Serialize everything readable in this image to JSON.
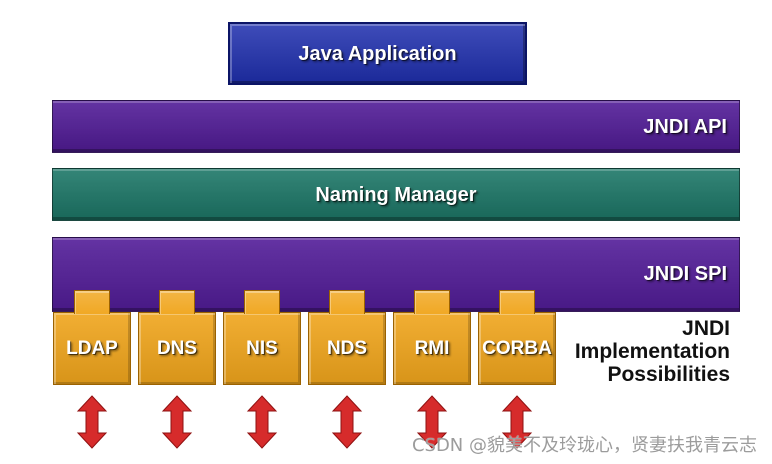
{
  "diagram": {
    "application": {
      "label": "Java Application"
    },
    "api": {
      "label": "JNDI API"
    },
    "naming_manager": {
      "label": "Naming Manager"
    },
    "spi": {
      "label": "JNDI SPI"
    },
    "providers": [
      {
        "label": "LDAP"
      },
      {
        "label": "DNS"
      },
      {
        "label": "NIS"
      },
      {
        "label": "NDS"
      },
      {
        "label": "RMI"
      },
      {
        "label": "CORBA"
      }
    ],
    "implementation_caption": [
      "JNDI",
      "Implementation",
      "Possibilities"
    ],
    "connector_icon": "double-headed-arrow-icon"
  },
  "watermark": {
    "text": "CSDN @貌美不及玲珑心，贤妻扶我青云志"
  },
  "colors": {
    "application": "#1f2fae",
    "api": "#521c98",
    "naming_manager": "#1d7868",
    "spi": "#521c98",
    "provider": "#f0a51c",
    "arrow": "#d62b2b",
    "caption": "#111111",
    "watermark": "#9c9c9c"
  }
}
